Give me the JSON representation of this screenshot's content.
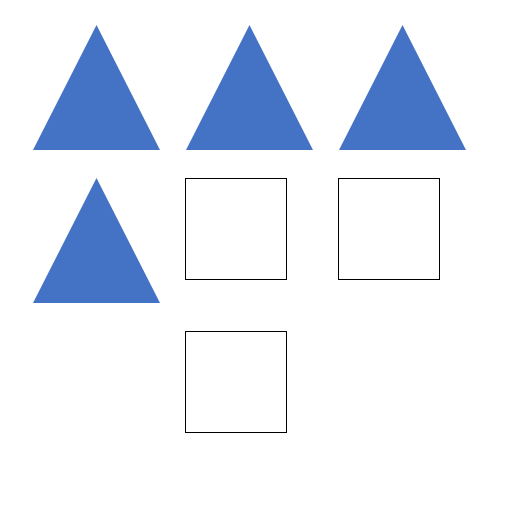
{
  "figure": {
    "shape_count": {
      "triangles": 4,
      "squares": 3
    },
    "colors": {
      "triangle_fill": "#4472c4",
      "square_fill": "#ffffff",
      "square_border": "#000000",
      "background": "#ffffff"
    },
    "items": [
      {
        "shape": "triangle"
      },
      {
        "shape": "triangle"
      },
      {
        "shape": "triangle"
      },
      {
        "shape": "triangle"
      },
      {
        "shape": "square"
      },
      {
        "shape": "square"
      },
      {
        "shape": "square"
      }
    ]
  }
}
